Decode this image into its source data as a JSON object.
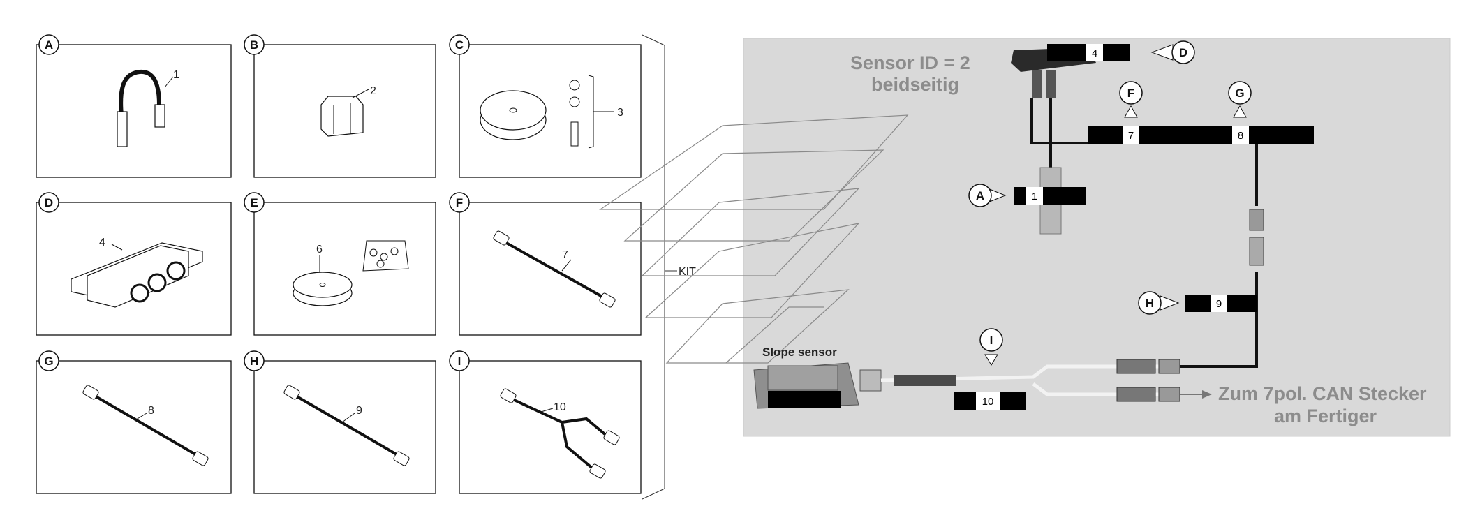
{
  "panels": [
    {
      "letter": "A",
      "num": "1"
    },
    {
      "letter": "B",
      "num": "2"
    },
    {
      "letter": "C",
      "num": "3"
    },
    {
      "letter": "D",
      "num": "4"
    },
    {
      "letter": "E",
      "num": "6"
    },
    {
      "letter": "F",
      "num": "7"
    },
    {
      "letter": "G",
      "num": "8"
    },
    {
      "letter": "H",
      "num": "9"
    },
    {
      "letter": "I",
      "num": "10"
    }
  ],
  "kit_label": "KIT",
  "right": {
    "sensor_id_line1": "Sensor ID = 2",
    "sensor_id_line2": "beidseitig",
    "slope_sensor": "Slope sensor",
    "can_line1": "Zum 7pol. CAN Stecker",
    "can_line2": "am Fertiger",
    "callouts": [
      {
        "letter": "D",
        "num": "4"
      },
      {
        "letter": "F",
        "num": "7"
      },
      {
        "letter": "G",
        "num": "8"
      },
      {
        "letter": "A",
        "num": "1"
      },
      {
        "letter": "H",
        "num": "9"
      },
      {
        "letter": "I",
        "num": "10"
      }
    ]
  }
}
